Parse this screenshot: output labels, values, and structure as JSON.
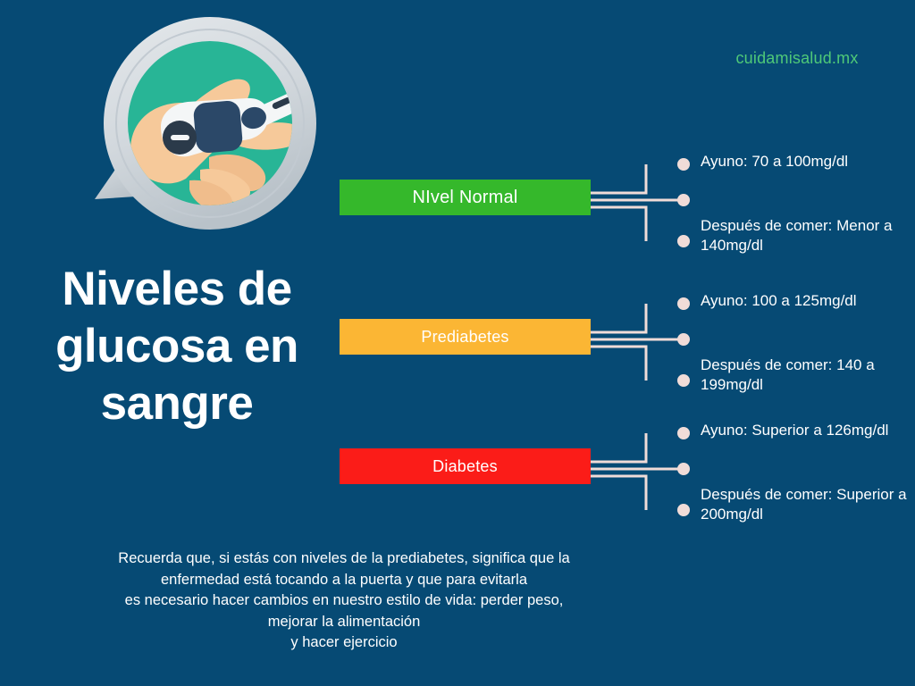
{
  "background_color": "#064a74",
  "site_credit": {
    "text": "cuidamisalud.mx",
    "color": "#4fc978"
  },
  "title": {
    "line1": "Niveles de",
    "line2": "glucosa en",
    "line3": "sangre",
    "full": "Niveles de glucosa en sangre",
    "color": "#ffffff"
  },
  "illustration": {
    "name": "glucometer-in-hand-speech-bubble",
    "bubble_color": "#d5dade",
    "circle_color": "#28b596",
    "skin_color": "#f6c99a",
    "device_body_color": "#f4f6f7",
    "device_screen_color": "#2b4868"
  },
  "levels": [
    {
      "id": "normal",
      "label": "NIvel Normal",
      "color": "#35b82b",
      "facts": {
        "fasting": "Ayuno: 70 a 100mg/dl",
        "after_meal": "Después de comer: Menor a 140mg/dl"
      }
    },
    {
      "id": "prediabetes",
      "label": "Prediabetes",
      "color": "#fbb634",
      "facts": {
        "fasting": "Ayuno: 100 a 125mg/dl",
        "after_meal": "Después de comer: 140 a 199mg/dl"
      }
    },
    {
      "id": "diabetes",
      "label": "Diabetes",
      "color": "#fb1c18",
      "facts": {
        "fasting": "Ayuno: Superior a 126mg/dl",
        "after_meal": "Después de comer: Superior a 200mg/dl"
      }
    }
  ],
  "footer_note": {
    "line1": "Recuerda que, si estás con niveles de la prediabetes, significa que la",
    "line2": "enfermedad está tocando a la puerta y que para evitarla",
    "line3": "es necesario hacer cambios en nuestro estilo de vida: perder peso,",
    "line4": "mejorar la alimentación",
    "line5": "y hacer ejercicio"
  },
  "connector_color": "#f0dcd8"
}
